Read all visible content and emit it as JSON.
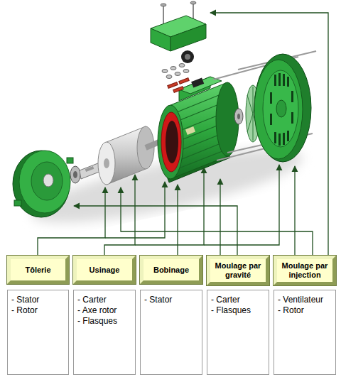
{
  "diagram": {
    "nodes": [
      {
        "text": [
          "Tôlerie"
        ]
      },
      {
        "text": [
          "Usinage"
        ]
      },
      {
        "text": [
          "Bobinage"
        ]
      },
      {
        "text": [
          "Moulage par gravité"
        ]
      },
      {
        "text": [
          "Moulage par injection"
        ]
      },
      {
        "text": [
          "- Stator",
          "- Rotor"
        ]
      },
      {
        "text": [
          "- Carter",
          "- Axe rotor",
          "- Flasques"
        ]
      },
      {
        "text": [
          "- Stator"
        ]
      },
      {
        "text": [
          "- Carter",
          "- Flasques"
        ]
      },
      {
        "text": [
          "- Ventilateur",
          "- Rotor"
        ]
      }
    ]
  }
}
